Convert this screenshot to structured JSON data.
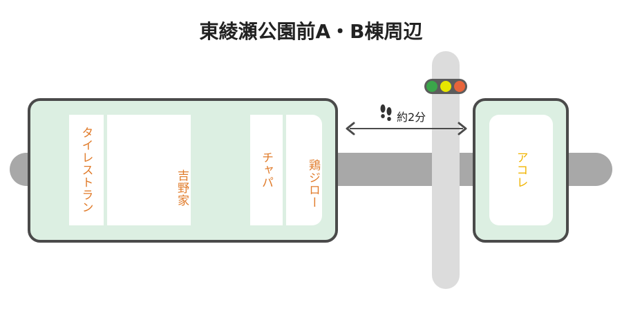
{
  "map": {
    "title": "東綾瀬公園前A・B棟周辺",
    "walk": {
      "time_label": "約2分",
      "icon": "footprints-icon"
    },
    "traffic_signal": {
      "colors": [
        "#3aa64a",
        "#e6e600",
        "#e8643a"
      ]
    },
    "building_a": {
      "stores": [
        {
          "name": "タイレストラン"
        },
        {
          "name": "吉野家"
        },
        {
          "name": "チャパ"
        },
        {
          "name": "鶏ジロー"
        }
      ]
    },
    "building_b": {
      "stores": [
        {
          "name": "アコレ"
        }
      ]
    },
    "colors": {
      "building_fill": "#dcefe2",
      "building_border": "#4a4a4a",
      "store_text": "#e07b2a",
      "highlight_text": "#f0b400",
      "street": "#a8a8a8",
      "crosswalk": "#dcdcdc"
    }
  }
}
